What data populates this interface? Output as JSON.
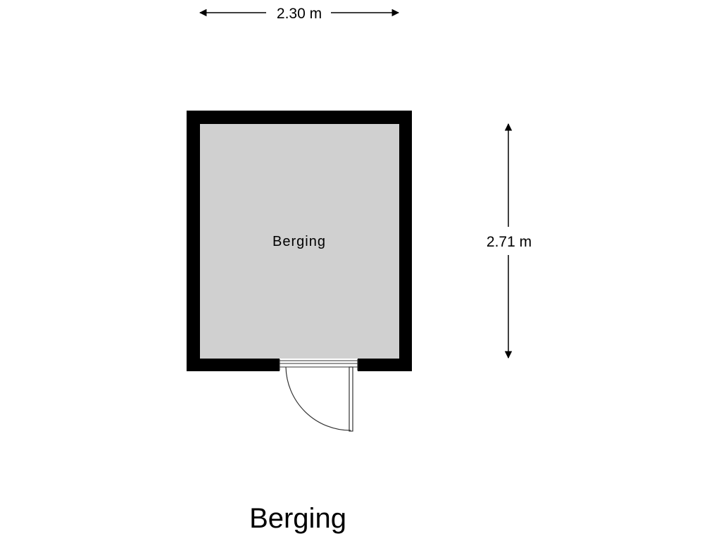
{
  "plan": {
    "title": "Berging",
    "room_label": "Berging",
    "width_dimension": "2.30 m",
    "height_dimension": "2.71 m"
  },
  "colors": {
    "wall": "#000000",
    "floor": "#d0d0d0",
    "background": "#ffffff",
    "door_line": "#333333"
  }
}
